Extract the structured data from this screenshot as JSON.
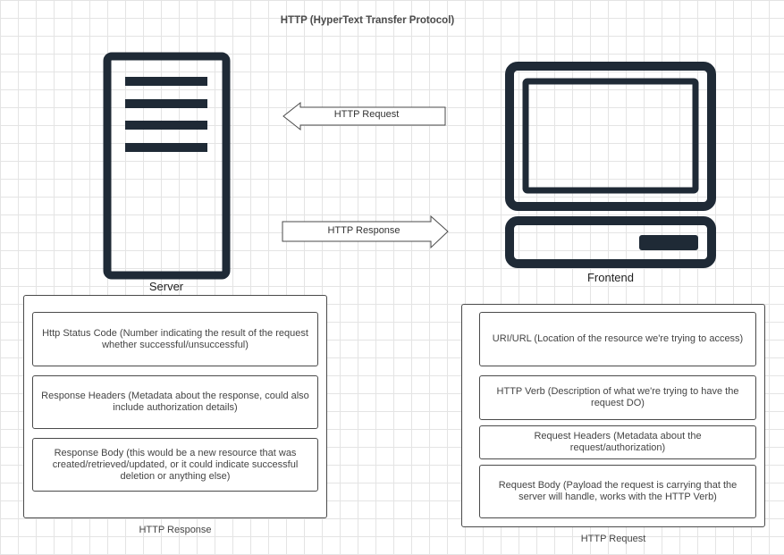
{
  "diagram": {
    "title": "HTTP (HyperText Transfer Protocol)",
    "server": {
      "label": "Server",
      "icon": "server-icon"
    },
    "frontend": {
      "label": "Frontend",
      "icon": "desktop-computer-icon"
    },
    "arrows": {
      "request": "HTTP Request",
      "response": "HTTP Response"
    },
    "response_panel": {
      "caption": "HTTP Response",
      "items": [
        "Http Status Code (Number indicating the result of the request whether successful/unsuccessful)",
        "Response Headers (Metadata about the response, could also include authorization details)",
        "Response Body (this would be a new resource that was created/retrieved/updated, or it could indicate successful deletion or anything else)"
      ]
    },
    "request_panel": {
      "caption": "HTTP Request",
      "items": [
        "URI/URL (Location of the resource we're trying to access)",
        "HTTP Verb (Description of what we're trying to have the request DO)",
        "Request Headers (Metadata about the request/authorization)",
        "Request Body (Payload the request is carrying that the server will handle, works with the HTTP Verb)"
      ]
    },
    "colors": {
      "icon": "#1f2a36",
      "stroke": "#4a4a4a",
      "grid": "#e4e4e4"
    }
  }
}
